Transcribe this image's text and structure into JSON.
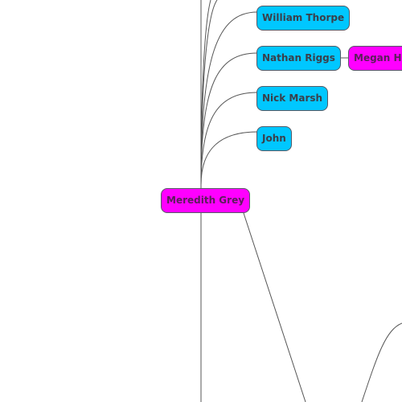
{
  "colors": {
    "person_fill": "#00c7ff",
    "key_person_fill": "#ff00ff",
    "edge": "#555555",
    "background": "#ffffff"
  },
  "nodes": {
    "william_thorpe": "William Thorpe",
    "nathan_riggs": "Nathan Riggs",
    "megan_hu": "Megan Hu",
    "nick_marsh": "Nick Marsh",
    "john": "John",
    "meredith_grey": "Meredith Grey"
  }
}
